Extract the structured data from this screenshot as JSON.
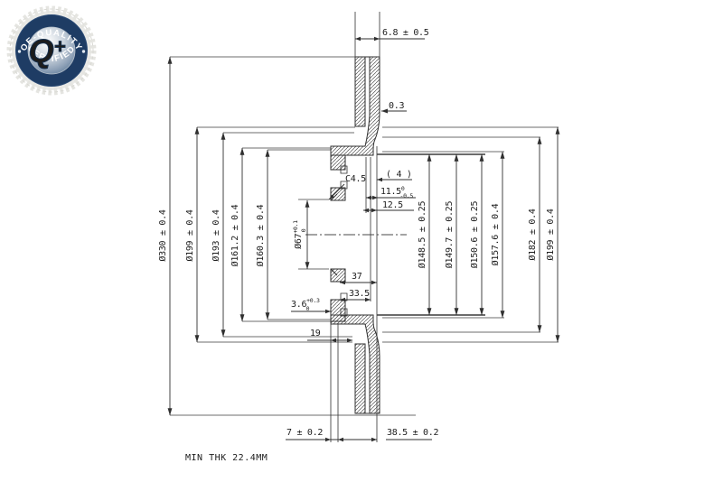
{
  "badge": {
    "arc_top": "OE-QUALITY",
    "arc_bottom": "CERTIFIED",
    "center_mark": "Q",
    "center_plus": "+",
    "ring_color": "#1e3c64",
    "teeth_color": "#e9e9e6"
  },
  "drawing": {
    "line_color": "#2f2f2f",
    "labels": {
      "d330": "Ø330 ± 0.4",
      "d199_left": "Ø199 ± 0.4",
      "d193": "Ø193 ± 0.4",
      "d161": "Ø161.2 ± 0.4",
      "d160": "Ø160.3 ± 0.4",
      "d67_main": "Ø67",
      "d67_sup": "+0.1",
      "d67_sub": "0",
      "d148": "Ø148.5 ± 0.25",
      "d149": "Ø149.7 ± 0.25",
      "d150": "Ø150.6 ± 0.25",
      "d157": "Ø157.6 ± 0.4",
      "d182": "Ø182 ± 0.4",
      "d199_right": "Ø199 ± 0.4",
      "t68": "6.8 ± 0.5",
      "t03": "0.3",
      "c45": "C4.5",
      "holes": "( 4 )",
      "t115_main": "11.5",
      "t115_sup": "0",
      "t115_sub": "-0.5",
      "t125": "12.5",
      "t37": "37",
      "t335": "33.5",
      "t36_main": "3.6",
      "t36_sup": "+0.3",
      "t36_sub": "0",
      "t19": "19",
      "t7": "7 ± 0.2",
      "t385": "38.5 ± 0.2",
      "min_thk": "MIN THK 22.4MM"
    }
  }
}
